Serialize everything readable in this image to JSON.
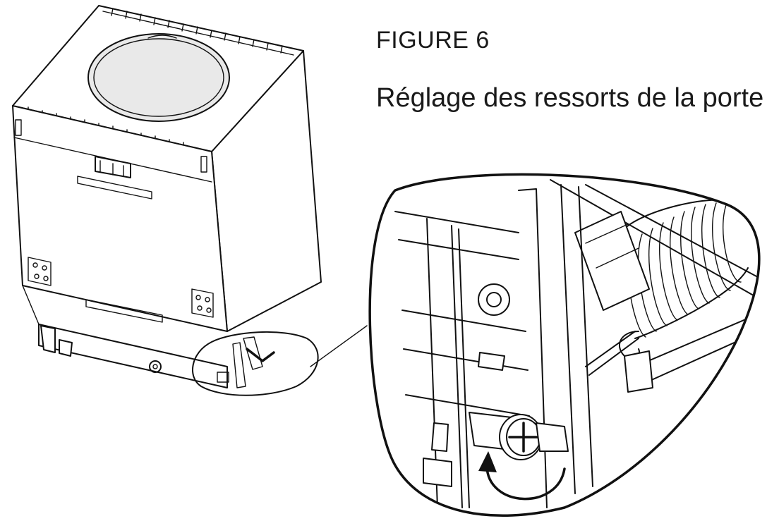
{
  "figure": {
    "title": "FIGURE 6",
    "caption": "Réglage des ressorts de la porte"
  },
  "illustration": {
    "subject-icon": "dishwasher-line-drawing",
    "detail-icon": "door-spring-adjustment-screw-closeup",
    "arrow-icon": "curved-rotation-arrow"
  }
}
